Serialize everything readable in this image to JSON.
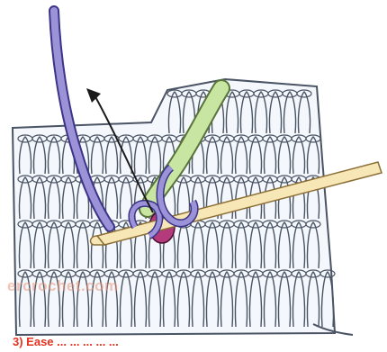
{
  "illustration": {
    "subject": "crochet-stitch-diagram",
    "colors": {
      "fabric_fill": "#f4f7fb",
      "fabric_outline": "#4a5464",
      "working_yarn": "#9b92d8",
      "working_yarn_outline": "#3b3487",
      "green_yarn": "#c8e6a2",
      "green_yarn_outline": "#58743a",
      "loop_pink": "#b43a7c",
      "hook_fill": "#f7e6b6",
      "hook_outline": "#8a6e35",
      "arrow": "#1a1a1a"
    }
  },
  "watermark": {
    "text": "ercrochet.com"
  },
  "caption": {
    "text": "3) Ease ... ... ... ... ..."
  }
}
